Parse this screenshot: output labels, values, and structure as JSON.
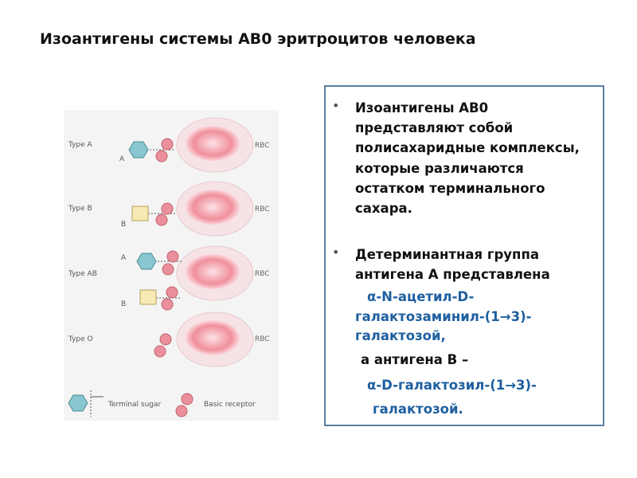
{
  "title": "Изоантигены системы АВ0 эритроцитов человека",
  "figure": {
    "rows": [
      {
        "type_label": "Type A",
        "sugar_labels": [
          "A"
        ],
        "cell_label": "RBC"
      },
      {
        "type_label": "Type B",
        "sugar_labels": [
          "B"
        ],
        "cell_label": "RBC"
      },
      {
        "type_label": "Type AB",
        "sugar_labels": [
          "A",
          "B"
        ],
        "cell_label": "RBC"
      },
      {
        "type_label": "Type O",
        "sugar_labels": [],
        "cell_label": "RBC"
      }
    ],
    "legend": {
      "terminal_sugar": "Terminal sugar",
      "basic_receptor": "Basic receptor"
    },
    "colors": {
      "hexagon": "#88c7d0",
      "square": "#f7e9b4",
      "circle": "#e9909c",
      "cell": "#f3a0ad"
    }
  },
  "text": {
    "bullet1": "Изоантигены АВ0 представляют собой полисахаридные комплексы, которые различаются остатком терминального сахара.",
    "bullet2_intro": "Детерминантная группа антигена А представлена",
    "a_line1": "α-N-ацетил-D-",
    "a_line2": "галактозаминил-(1→3)-",
    "a_line3": "галактозой,",
    "b_intro": "а антигена В –",
    "b_line1": "α-D-галактозил-(1→3)-",
    "b_line2": "галактозой."
  },
  "colors": {
    "box_border": "#5a7fa3",
    "accent_text": "#1e5fa0"
  }
}
